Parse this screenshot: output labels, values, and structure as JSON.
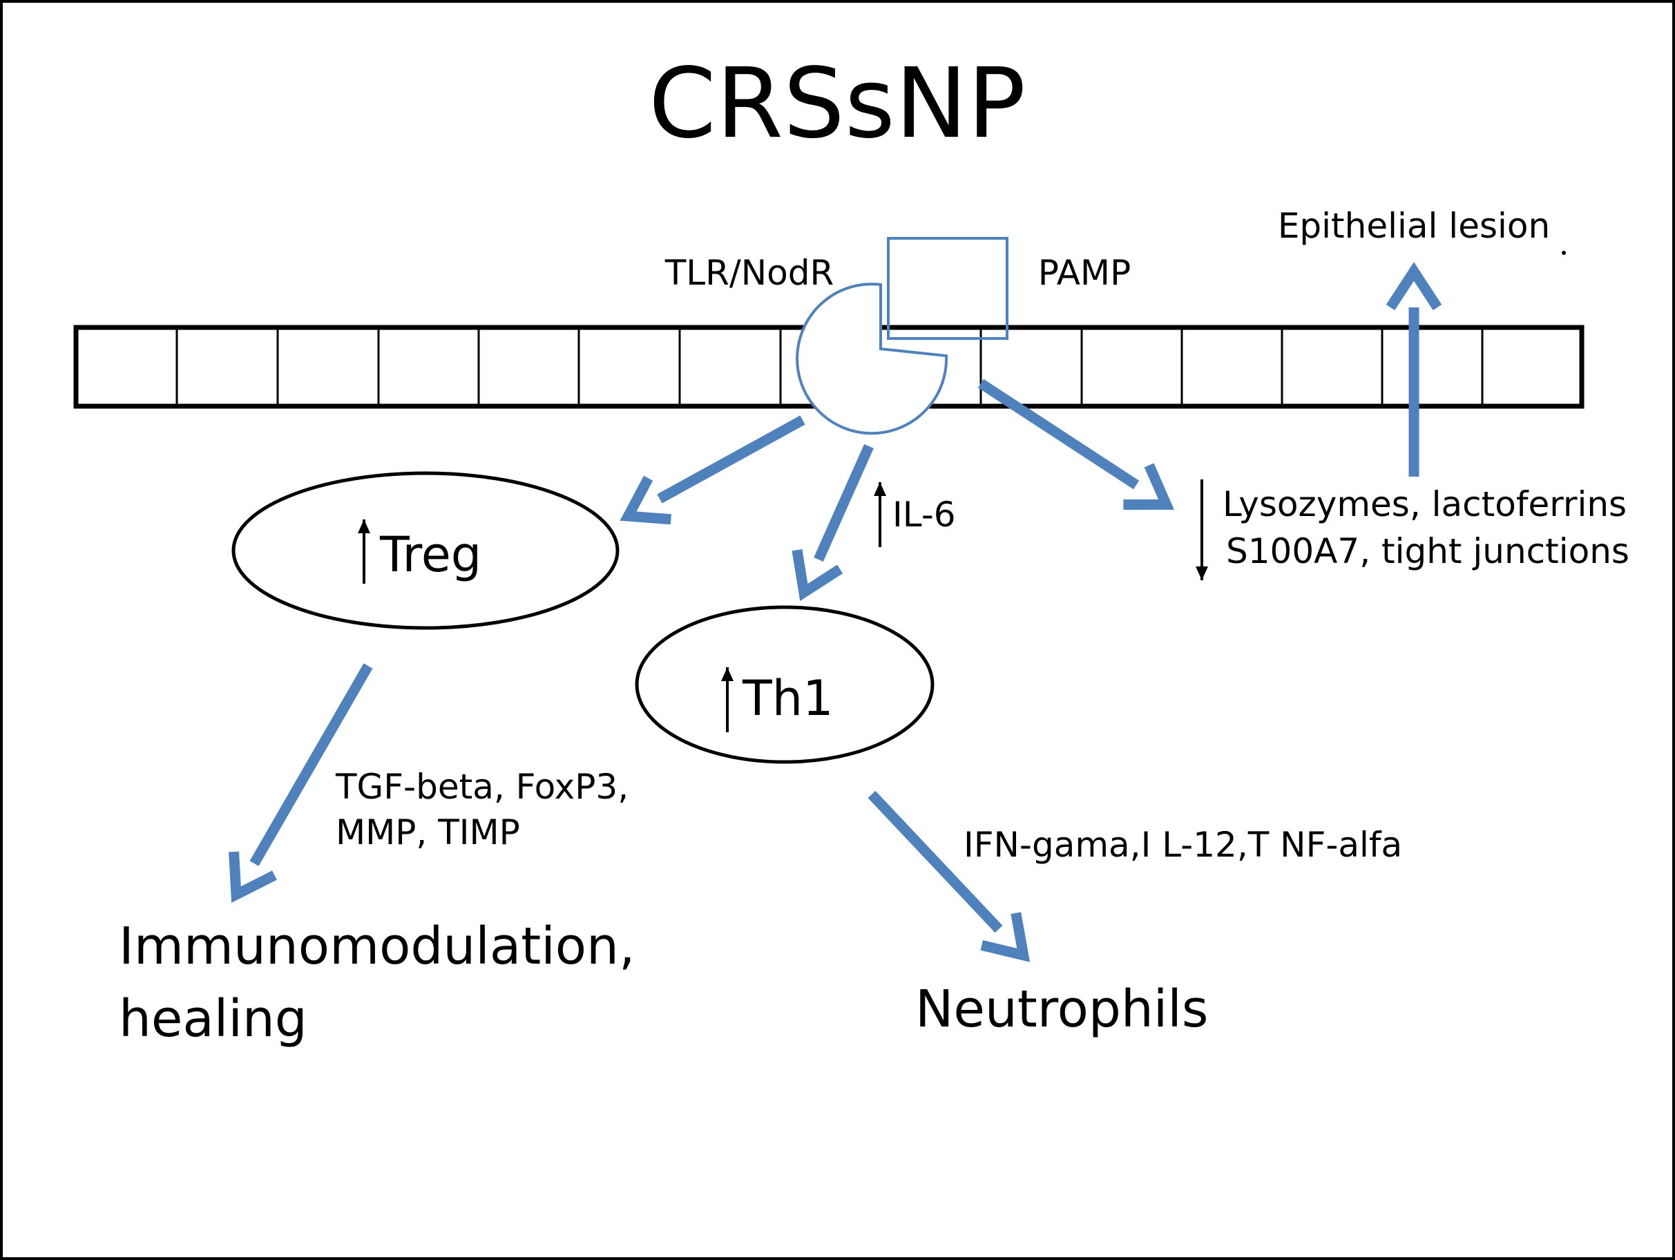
{
  "title": "CRSsNP",
  "labels": {
    "receptor": "TLR/NodR",
    "ligand": "PAMP",
    "epithelial": "Epithelial lesion",
    "il6": "IL-6",
    "treg": "Treg",
    "th1": "Th1",
    "defense_line1": "Lysozymes, lactoferrins",
    "defense_line2": "S100A7, tight junctions",
    "treg_mediators_line1": "TGF-beta, FoxP3,",
    "treg_mediators_line2": "MMP, TIMP",
    "th1_mediators": "IFN-gama,I L-12,T NF-alfa",
    "outcome_treg_line1": "Immunomodulation,",
    "outcome_treg_line2": "healing",
    "outcome_th1": "Neutrophils"
  },
  "colors": {
    "arrow": "#4f81bd",
    "shape_outline": "#4f81bd",
    "line": "#000000",
    "background": "#ffffff"
  }
}
